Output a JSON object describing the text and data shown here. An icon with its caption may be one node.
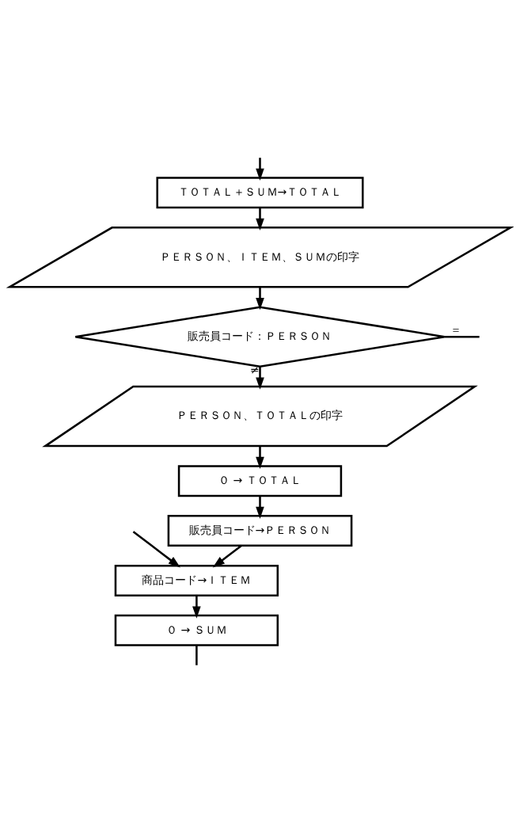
{
  "diagram": {
    "nodes": [
      {
        "text": [
          "ＴＯＴＡＬ＋ＳＵＭ→ＴＯＴＡＬ"
        ]
      },
      {
        "text": [
          "ＰＥＲＳＯＮ、ＩＴＥＭ、ＳＵＭの印字"
        ]
      },
      {
        "text": [
          "販売員コード：ＰＥＲＳＯＮ"
        ]
      },
      {
        "text": [
          "ＰＥＲＳＯＮ、ＴＯＴＡＬの印字"
        ]
      },
      {
        "text": [
          "０ → ＴＯＴＡＬ"
        ]
      },
      {
        "text": [
          "販売員コード→ＰＥＲＳＯＮ"
        ]
      },
      {
        "text": [
          "商品コード→ＩＴＥＭ"
        ]
      },
      {
        "text": [
          "０ → ＳＵＭ"
        ]
      }
    ],
    "edges": [
      {
        "from": null,
        "to": 0,
        "arrow": "to"
      },
      {
        "from": 0,
        "to": 1,
        "arrow": "to"
      },
      {
        "from": 1,
        "to": 2,
        "arrow": "to"
      },
      {
        "from": 2,
        "to": null,
        "arrow": "none",
        "label": "＝"
      },
      {
        "from": 2,
        "to": 3,
        "arrow": "to",
        "label": "≠"
      },
      {
        "from": 3,
        "to": 4,
        "arrow": "to"
      },
      {
        "from": 4,
        "to": 5,
        "arrow": "to"
      },
      {
        "from": 5,
        "to": 6,
        "arrow": "to"
      },
      {
        "from": null,
        "to": 6,
        "arrow": "to"
      },
      {
        "from": 6,
        "to": 7,
        "arrow": "to"
      },
      {
        "from": 7,
        "to": null,
        "arrow": "none"
      }
    ]
  }
}
